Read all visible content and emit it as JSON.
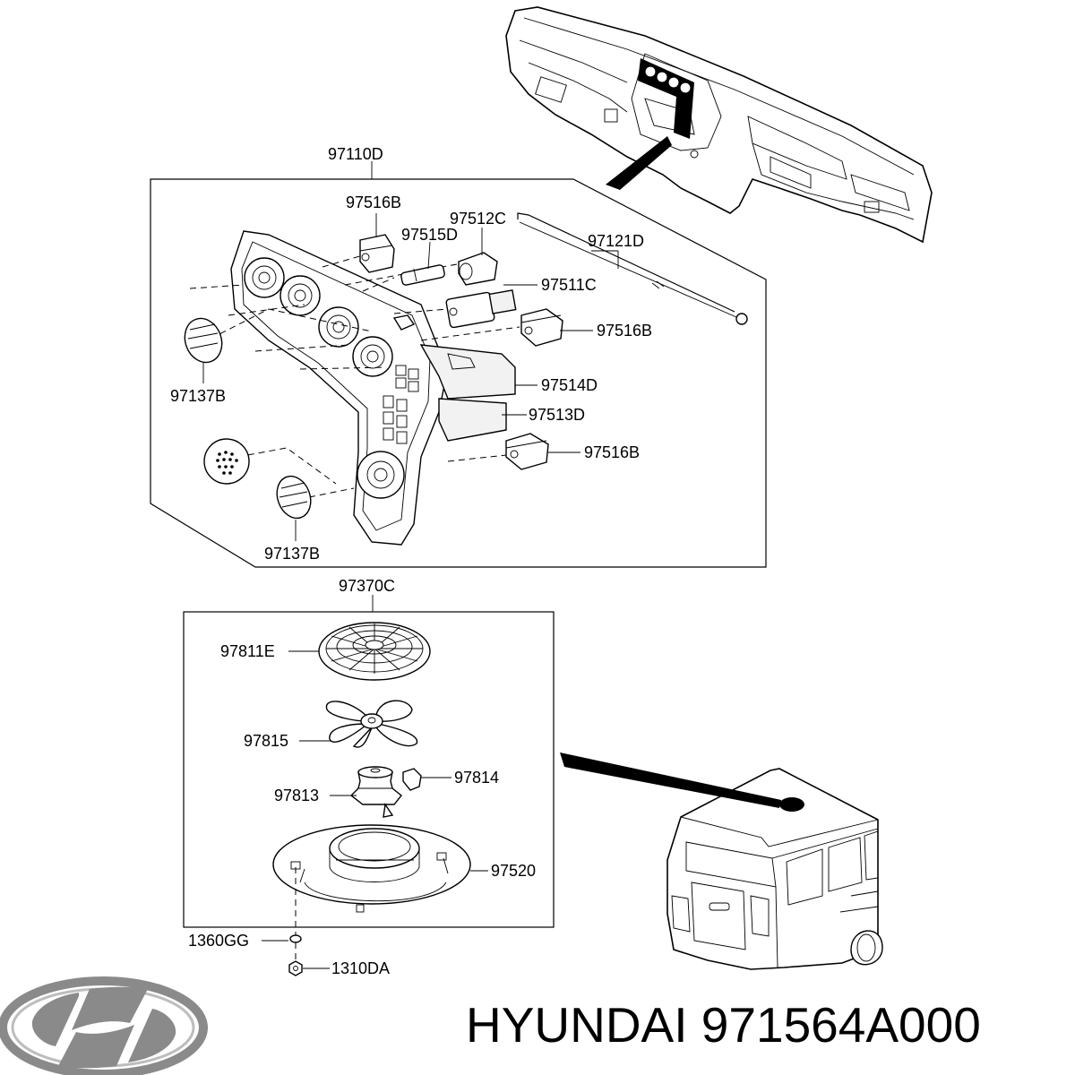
{
  "labels": {
    "assembly_top": "97110D",
    "actuator_1": "97516B",
    "connector_512c": "97512C",
    "bulb_515d": "97515D",
    "cable_121d": "97121D",
    "motor_511c": "97511C",
    "actuator_2": "97516B",
    "knob_left_top": "97137B",
    "module_514d": "97514D",
    "module_513d": "97513D",
    "actuator_3": "97516B",
    "knob_left_bottom": "97137B",
    "assembly_blower": "97370C",
    "grille": "97811E",
    "fan": "97815",
    "resistor": "97814",
    "motor": "97813",
    "housing": "97520",
    "bolt": "1360GG",
    "nut": "1310DA"
  },
  "footer": {
    "brand_text": "HYUNDAI 971564A000"
  },
  "logo": {
    "brand": "Hyundai",
    "icon": "hyundai-logo-icon"
  },
  "colors": {
    "ink": "#000000",
    "logo_gray": "#8a8a8a",
    "background": "#ffffff"
  }
}
